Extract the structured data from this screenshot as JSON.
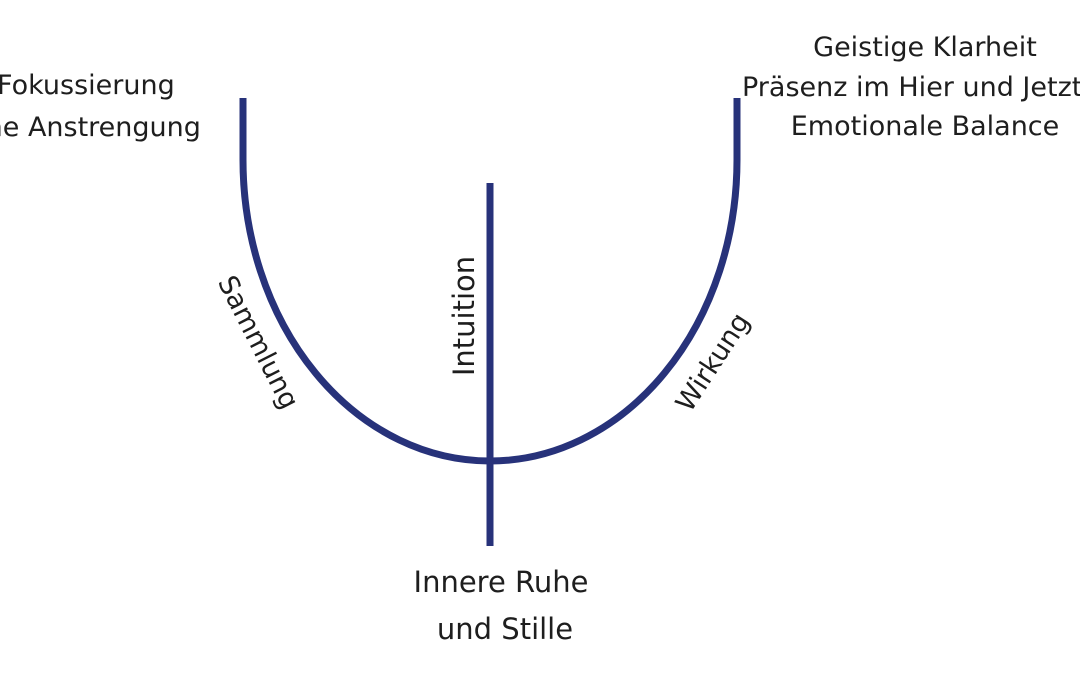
{
  "colors": {
    "stroke": "#27327a",
    "text": "#1e1e1e",
    "background": "#ffffff"
  },
  "left_text": {
    "line1": "Fokussierung",
    "line2": "ohne Anstrengung"
  },
  "right_text": {
    "line1": "Geistige Klarheit",
    "line2": "Präsenz im Hier und Jetzt",
    "line3": "Emotionale Balance"
  },
  "arc_labels": {
    "left": "Sammlung",
    "center": "Intuition",
    "right": "Wirkung"
  },
  "bottom_text": {
    "line1": "Innere Ruhe",
    "line2": "und Stille"
  }
}
